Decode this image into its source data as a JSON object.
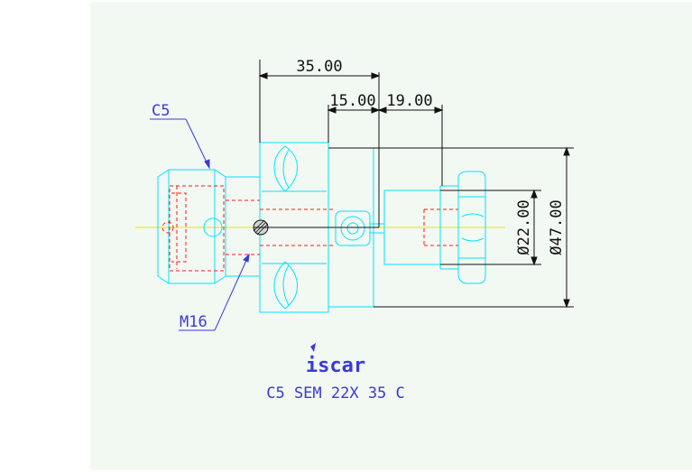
{
  "colors": {
    "background": "#f2f8f2",
    "outline": "#00e5ff",
    "hidden": "#ff1a1a",
    "dimension": "#111111",
    "label": "#3a3ad8",
    "centerline": "#e8e800",
    "logo": "#3a3ad8"
  },
  "dimensions": {
    "overall_length": "35.00",
    "shank_length": "15.00",
    "extension_length": "19.00",
    "small_diameter": "Ø22.00",
    "large_diameter": "Ø47.00"
  },
  "labels": {
    "collet_type": "C5",
    "thread": "M16"
  },
  "title": {
    "logo_text": "iscar",
    "part_number": "C5 SEM 22X 35 C"
  }
}
